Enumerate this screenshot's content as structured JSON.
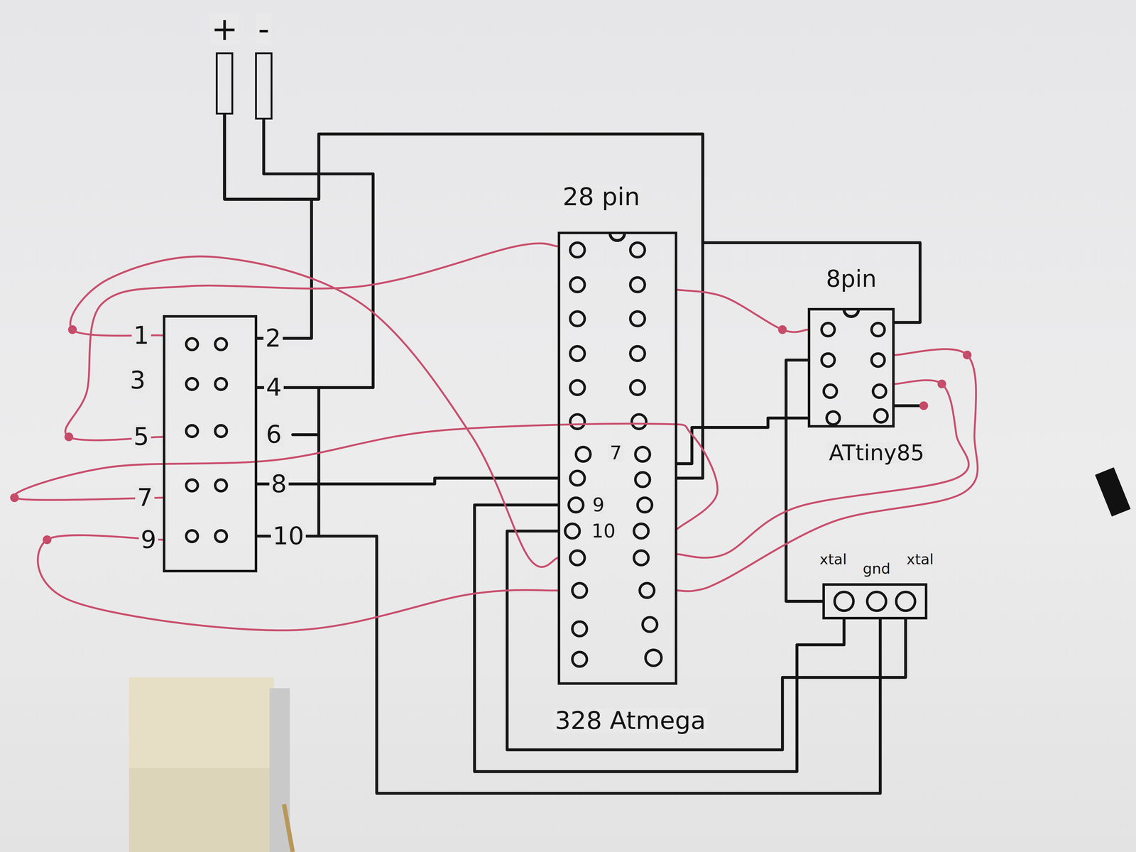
{
  "diagram": {
    "nodes": [
      {
        "text": [
          "+"
        ]
      },
      {
        "text": [
          "-"
        ]
      },
      {
        "text": [
          "1",
          "2",
          "3",
          "4",
          "5",
          "6",
          "7",
          "8",
          "9",
          "10"
        ]
      },
      {
        "text": [
          "28 pin",
          "7",
          "9",
          "10",
          "328 Atmega"
        ]
      },
      {
        "text": [
          "8pin",
          "ATtiny85"
        ]
      },
      {
        "text": [
          "xtal",
          "gnd",
          "xtal"
        ]
      }
    ],
    "edges": [
      {
        "from": 0,
        "to": 2,
        "arrow": "none"
      },
      {
        "from": 1,
        "to": 2,
        "arrow": "none"
      },
      {
        "from": 0,
        "to": 4,
        "arrow": "none"
      },
      {
        "from": 0,
        "to": 3,
        "arrow": "none"
      },
      {
        "from": 2,
        "to": 3,
        "arrow": "none"
      },
      {
        "from": 2,
        "to": 5,
        "arrow": "none"
      },
      {
        "from": 3,
        "to": 5,
        "arrow": "none"
      },
      {
        "from": 3,
        "to": 5,
        "arrow": "none"
      },
      {
        "from": 3,
        "to": 4,
        "arrow": "none"
      },
      {
        "from": 4,
        "to": 5,
        "arrow": "none"
      },
      {
        "from": 2,
        "to": 3,
        "arrow": "none"
      },
      {
        "from": 2,
        "to": 3,
        "arrow": "none"
      },
      {
        "from": 2,
        "to": 3,
        "arrow": "none"
      },
      {
        "from": 2,
        "to": 3,
        "arrow": "none"
      },
      {
        "from": 3,
        "to": 4,
        "arrow": "none"
      },
      {
        "from": 4,
        "to": 3,
        "arrow": "none"
      },
      {
        "from": 4,
        "to": 3,
        "arrow": "none"
      }
    ]
  }
}
